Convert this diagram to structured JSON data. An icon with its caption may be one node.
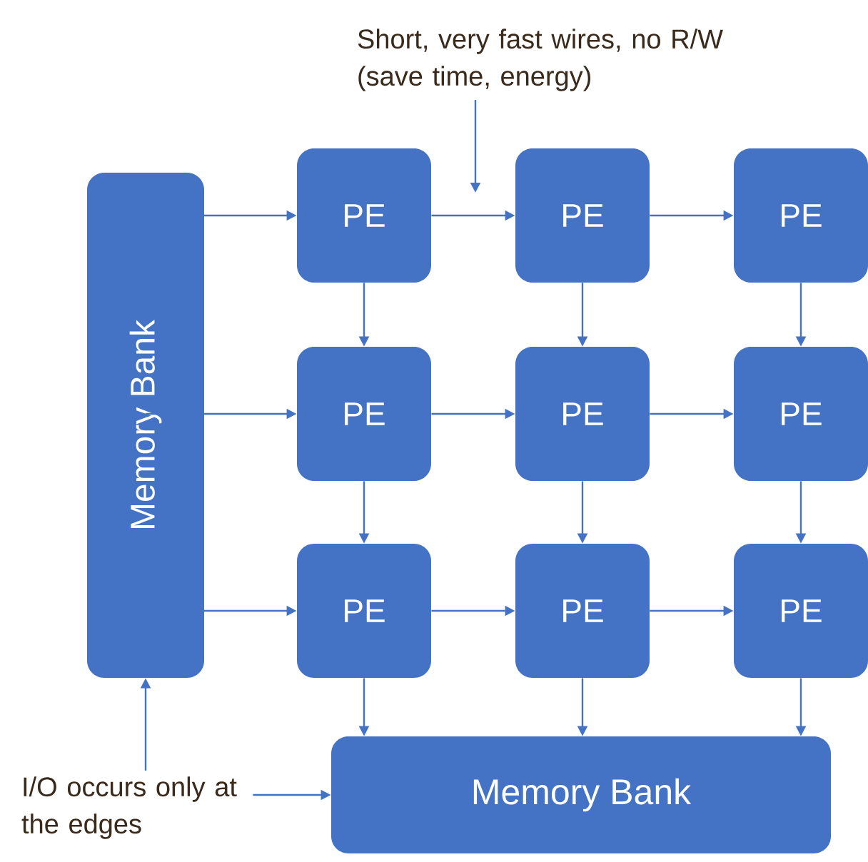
{
  "diagram": {
    "nodes": [
      {
        "text": [
          "Memory Bank"
        ]
      },
      {
        "text": [
          "PE"
        ]
      },
      {
        "text": [
          "PE"
        ]
      },
      {
        "text": [
          "PE"
        ]
      },
      {
        "text": [
          "PE"
        ]
      },
      {
        "text": [
          "PE"
        ]
      },
      {
        "text": [
          "PE"
        ]
      },
      {
        "text": [
          "PE"
        ]
      },
      {
        "text": [
          "PE"
        ]
      },
      {
        "text": [
          "PE"
        ]
      },
      {
        "text": [
          "Memory Bank"
        ]
      },
      {
        "text": [
          "Short, very fast wires, no R/W (save time, energy)"
        ]
      },
      {
        "text": [
          "I/O occurs only at the edges"
        ]
      }
    ],
    "edges": [
      {
        "from": 0,
        "to": 1,
        "arrow": "to"
      },
      {
        "from": 0,
        "to": 4,
        "arrow": "to"
      },
      {
        "from": 0,
        "to": 7,
        "arrow": "to"
      },
      {
        "from": 1,
        "to": 2,
        "arrow": "to"
      },
      {
        "from": 2,
        "to": 3,
        "arrow": "to"
      },
      {
        "from": 4,
        "to": 5,
        "arrow": "to"
      },
      {
        "from": 5,
        "to": 6,
        "arrow": "to"
      },
      {
        "from": 7,
        "to": 8,
        "arrow": "to"
      },
      {
        "from": 8,
        "to": 9,
        "arrow": "to"
      },
      {
        "from": 1,
        "to": 4,
        "arrow": "to"
      },
      {
        "from": 2,
        "to": 5,
        "arrow": "to"
      },
      {
        "from": 3,
        "to": 6,
        "arrow": "to"
      },
      {
        "from": 4,
        "to": 7,
        "arrow": "to"
      },
      {
        "from": 5,
        "to": 8,
        "arrow": "to"
      },
      {
        "from": 6,
        "to": 9,
        "arrow": "to"
      },
      {
        "from": 7,
        "to": 10,
        "arrow": "to"
      },
      {
        "from": 8,
        "to": 10,
        "arrow": "to"
      },
      {
        "from": 9,
        "to": 10,
        "arrow": "to"
      },
      {
        "from": 11,
        "to": null,
        "arrow": "to"
      },
      {
        "from": 12,
        "to": 0,
        "arrow": "to"
      },
      {
        "from": 12,
        "to": 10,
        "arrow": "to"
      }
    ]
  }
}
